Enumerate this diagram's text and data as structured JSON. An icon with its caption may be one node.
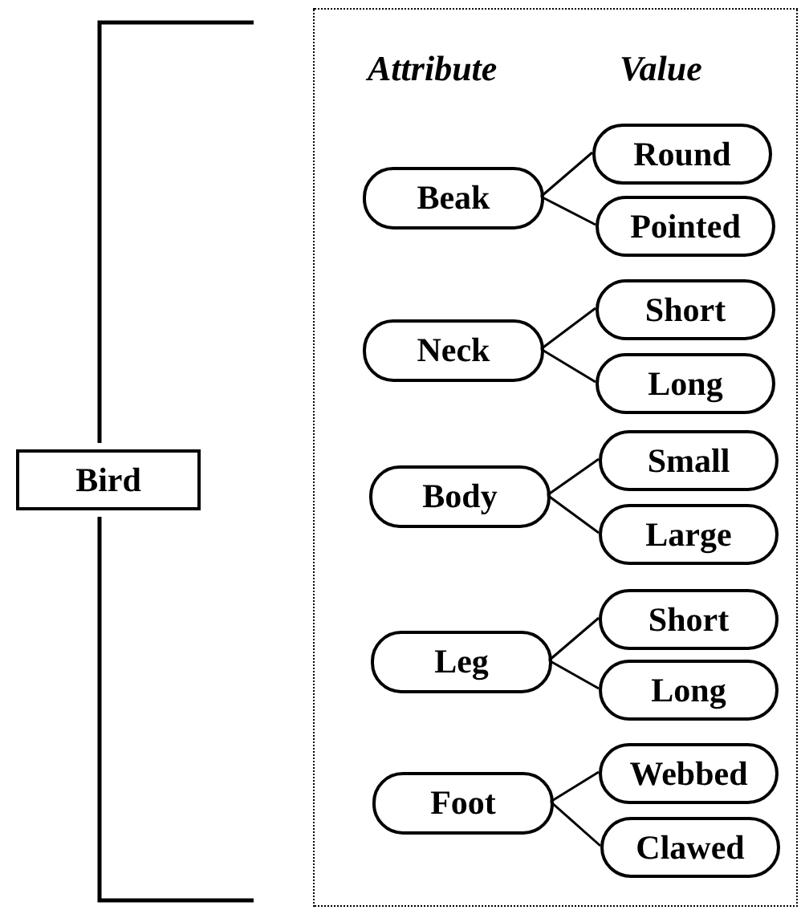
{
  "diagram": {
    "nodes": [
      {
        "text": [
          "Bird"
        ]
      },
      {
        "text": [
          "Attribute",
          "Value"
        ]
      },
      {
        "text": [
          "Beak"
        ],
        "in": 1
      },
      {
        "text": [
          "Round"
        ],
        "in": 1
      },
      {
        "text": [
          "Pointed"
        ],
        "in": 1
      },
      {
        "text": [
          "Neck"
        ],
        "in": 1
      },
      {
        "text": [
          "Short"
        ],
        "in": 1
      },
      {
        "text": [
          "Long"
        ],
        "in": 1
      },
      {
        "text": [
          "Body"
        ],
        "in": 1
      },
      {
        "text": [
          "Small"
        ],
        "in": 1
      },
      {
        "text": [
          "Large"
        ],
        "in": 1
      },
      {
        "text": [
          "Leg"
        ],
        "in": 1
      },
      {
        "text": [
          "Short"
        ],
        "in": 1
      },
      {
        "text": [
          "Long"
        ],
        "in": 1
      },
      {
        "text": [
          "Foot"
        ],
        "in": 1
      },
      {
        "text": [
          "Webbed"
        ],
        "in": 1
      },
      {
        "text": [
          "Clawed"
        ],
        "in": 1
      }
    ],
    "edges": [
      {
        "from": 2,
        "to": 3,
        "arrow": "none"
      },
      {
        "from": 2,
        "to": 4,
        "arrow": "none"
      },
      {
        "from": 5,
        "to": 6,
        "arrow": "none"
      },
      {
        "from": 5,
        "to": 7,
        "arrow": "none"
      },
      {
        "from": 8,
        "to": 9,
        "arrow": "none"
      },
      {
        "from": 8,
        "to": 10,
        "arrow": "none"
      },
      {
        "from": 11,
        "to": 12,
        "arrow": "none"
      },
      {
        "from": 11,
        "to": 13,
        "arrow": "none"
      },
      {
        "from": 14,
        "to": 15,
        "arrow": "none"
      },
      {
        "from": 14,
        "to": 16,
        "arrow": "none"
      }
    ]
  }
}
